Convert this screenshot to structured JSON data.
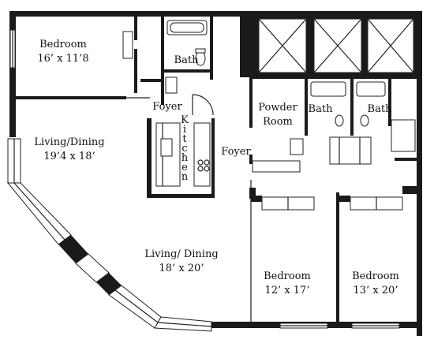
{
  "rooms": {
    "bedroom_nw": {
      "name": "Bedroom",
      "size": "16’ x 11’8"
    },
    "bath_nw": {
      "name": "Bath"
    },
    "foyer_w": {
      "name": "Foyer"
    },
    "kitchen": {
      "letters": [
        "K",
        "i",
        "t",
        "c",
        "h",
        "e",
        "n"
      ]
    },
    "living_dining_w": {
      "name": "Living/Dining",
      "size": "19’4 x 18’"
    },
    "powder_room": {
      "line1": "Powder",
      "line2": "Room"
    },
    "bath_mid": {
      "name": "Bath"
    },
    "bath_right": {
      "name": "Bath"
    },
    "foyer_e": {
      "name": "Foyer"
    },
    "living_dining_s": {
      "name": "Living/ Dining",
      "size": "18’ x 20’"
    },
    "bedroom_se1": {
      "name": "Bedroom",
      "size": "12’ x 17’"
    },
    "bedroom_se2": {
      "name": "Bedroom",
      "size": "13’ x 20’"
    }
  },
  "colors": {
    "wall": "#1a1a1a",
    "line": "#222222",
    "background": "#ffffff"
  }
}
